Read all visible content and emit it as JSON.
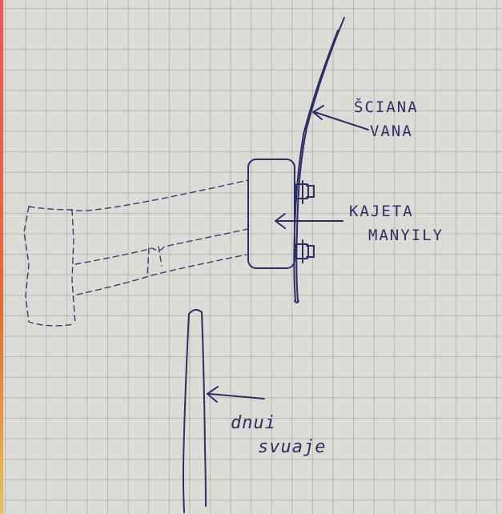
{
  "labels": {
    "wall_line1": "ŠCIANA",
    "wall_line2": "VANA",
    "cassette_line1": "KAJETA",
    "cassette_line2": "MANYILY",
    "door_line1": "dnui",
    "door_line2": "svuaje"
  },
  "colors": {
    "ink": "#2c2f66",
    "paper": "#dcdbd6",
    "grid": "#8a8f96"
  }
}
